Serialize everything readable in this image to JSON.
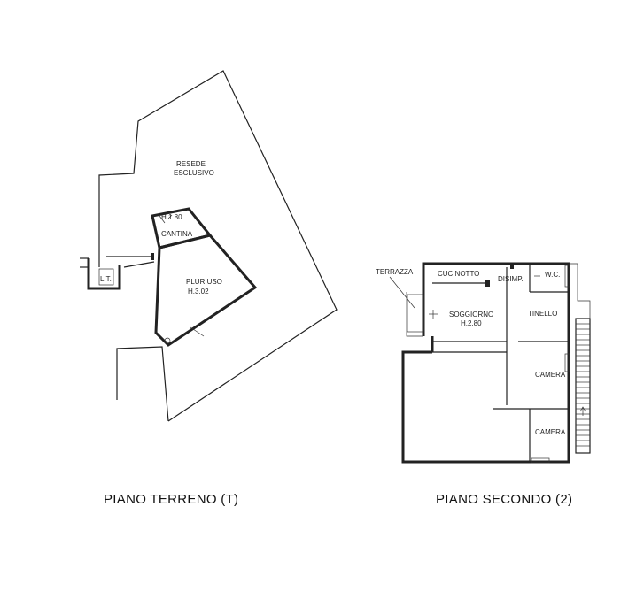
{
  "ground_floor": {
    "caption": "PIANO TERRENO (T)",
    "rooms": {
      "resede_line1": "RESEDE",
      "resede_line2": "ESCLUSIVO",
      "cantina_height": "H.1.80",
      "cantina": "CANTINA",
      "pluriuso": "PLURIUSO",
      "pluriuso_height": "H.3.02",
      "lt": "L.T."
    }
  },
  "second_floor": {
    "caption": "PIANO SECONDO (2)",
    "rooms": {
      "terrazza": "TERRAZZA",
      "cucinotto": "CUCINOTTO",
      "disimp": "DISIMP.",
      "wc": "W.C.",
      "soggiorno": "SOGGIORNO",
      "soggiorno_height": "H.2.80",
      "tinello": "TINELLO",
      "camera_1": "CAMERA",
      "camera_2": "CAMERA"
    }
  }
}
